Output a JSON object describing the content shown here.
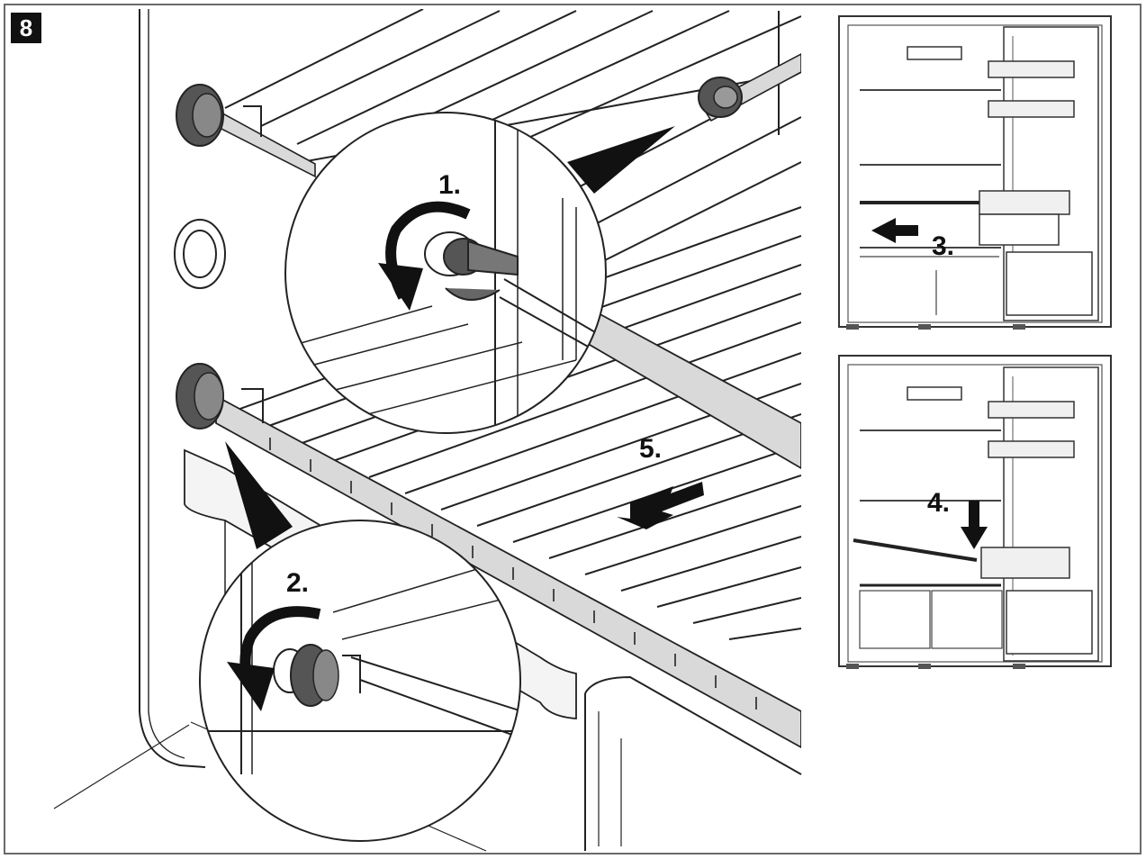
{
  "figure": {
    "badge": "8",
    "steps": {
      "s1": "1.",
      "s2": "2.",
      "s3": "3.",
      "s4": "4.",
      "s5": "5."
    }
  },
  "colors": {
    "line": "#222222",
    "rail": "#d9d9d9",
    "shelf": "#efefef",
    "arrow": "#111111"
  }
}
